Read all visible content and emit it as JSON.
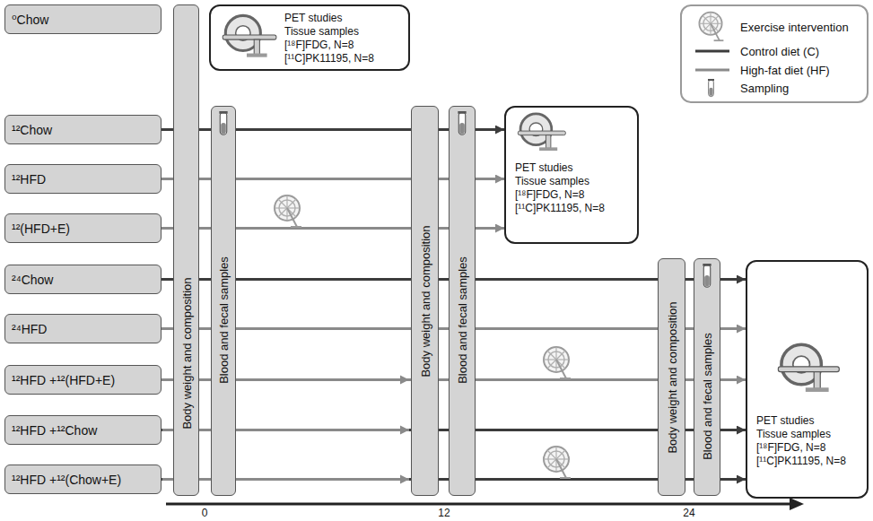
{
  "diagram": {
    "nodes": [
      {
        "text": [
          "⁰Chow"
        ]
      },
      {
        "text": [
          "Body weight and composition"
        ]
      },
      {
        "text": [
          "Blood and fecal samples"
        ]
      },
      {
        "text": [
          "PET studies",
          "Tissue samples",
          "[¹⁸F]FDG, N=8",
          "[¹¹C]PK11195, N=8"
        ]
      },
      {
        "text": [
          "¹²Chow"
        ]
      },
      {
        "text": [
          "¹²HFD"
        ]
      },
      {
        "text": [
          "¹²(HFD+E)"
        ]
      },
      {
        "text": [
          "Body weight and composition"
        ]
      },
      {
        "text": [
          "Blood and fecal samples"
        ]
      },
      {
        "text": [
          "PET studies",
          "Tissue samples",
          "[¹⁸F]FDG, N=8",
          "[¹¹C]PK11195, N=8"
        ]
      },
      {
        "text": [
          "²⁴Chow"
        ]
      },
      {
        "text": [
          "²⁴HFD"
        ]
      },
      {
        "text": [
          "¹²HFD +¹²(HFD+E)"
        ]
      },
      {
        "text": [
          "¹²HFD +¹²Chow"
        ]
      },
      {
        "text": [
          "¹²HFD +¹²(Chow+E)"
        ]
      },
      {
        "text": [
          "Body weight and composition"
        ]
      },
      {
        "text": [
          "Blood and fecal samples"
        ]
      },
      {
        "text": [
          "PET studies",
          "Tissue samples",
          "[¹⁸F]FDG, N=8",
          "[¹¹C]PK11195, N=8"
        ]
      }
    ],
    "edges": [
      {
        "from": 4,
        "to": 9,
        "arrow": "to"
      },
      {
        "from": 5,
        "to": 9,
        "arrow": "to"
      },
      {
        "from": 6,
        "to": 9,
        "arrow": "to"
      },
      {
        "from": 10,
        "to": 17,
        "arrow": "to"
      },
      {
        "from": 11,
        "to": 17,
        "arrow": "to"
      },
      {
        "from": 12,
        "to": 17,
        "arrow": "to"
      },
      {
        "from": 13,
        "to": 17,
        "arrow": "to"
      },
      {
        "from": 14,
        "to": 17,
        "arrow": "to"
      }
    ],
    "labels": [
      "0",
      "12",
      "24"
    ],
    "legend": [
      {
        "text": "Exercise intervention"
      },
      {
        "text": "Control diet (C)"
      },
      {
        "text": "High-fat diet (HF)"
      },
      {
        "text": "Sampling"
      }
    ]
  }
}
